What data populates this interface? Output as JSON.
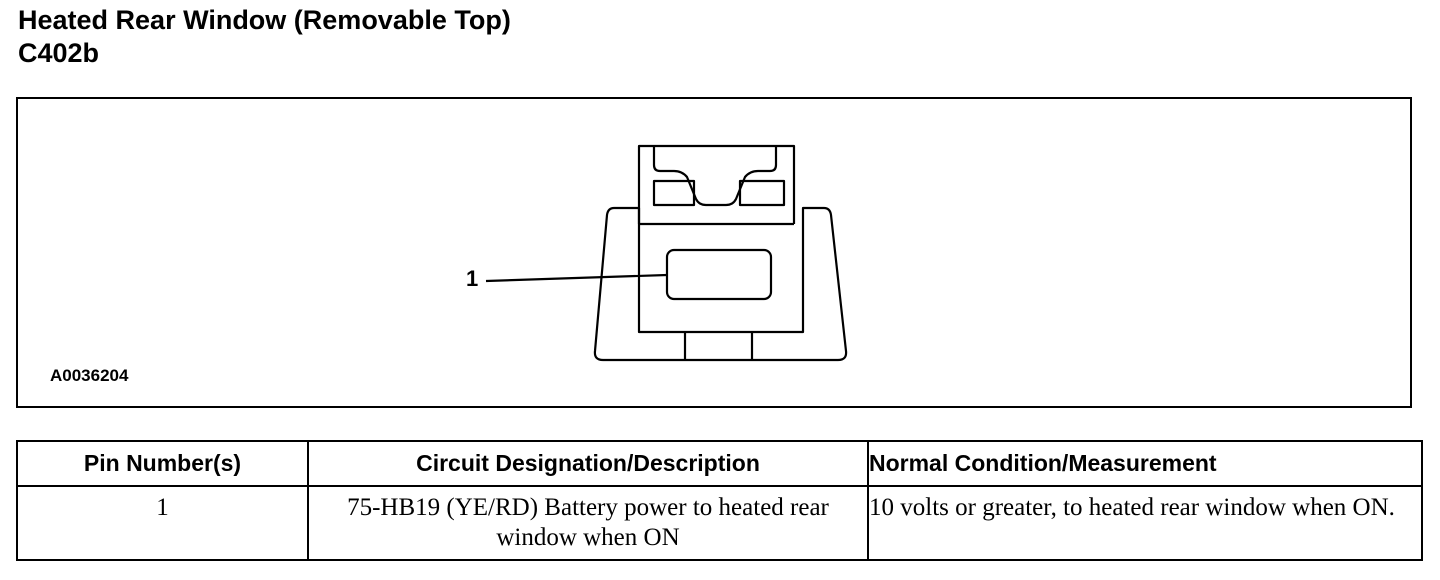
{
  "header": {
    "title": "Heated Rear Window (Removable Top)",
    "connector_id": "C402b"
  },
  "figure": {
    "code": "A0036204",
    "pin_callout": "1"
  },
  "table": {
    "headers": {
      "pin": "Pin Number(s)",
      "circuit": "Circuit Designation/Description",
      "normal": "Normal Condition/Measurement"
    },
    "rows": [
      {
        "pin": "1",
        "circuit": "75-HB19 (YE/RD) Battery power to heated rear window when ON",
        "normal": "10 volts or greater, to heated rear window when ON."
      }
    ]
  }
}
